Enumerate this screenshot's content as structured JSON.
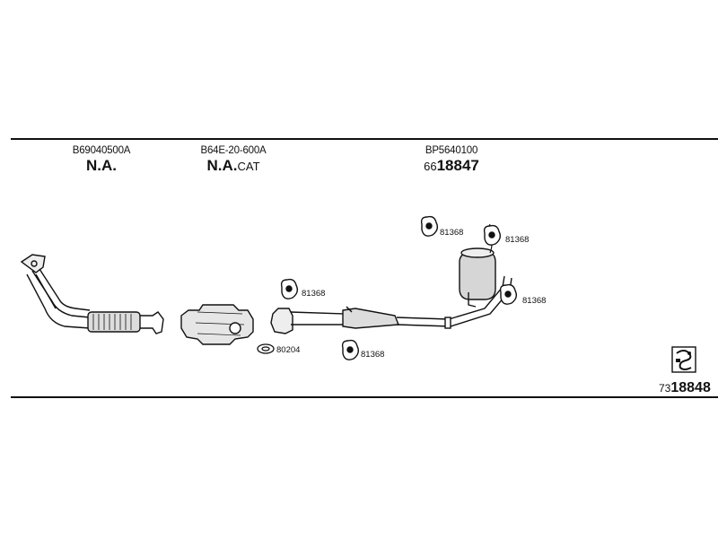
{
  "header": {
    "columns": [
      {
        "part_no": "B69040500A",
        "label": "N.A.",
        "suffix": ""
      },
      {
        "part_no": "B64E-20-600A",
        "label": "N.A.",
        "suffix": "CAT"
      },
      {
        "part_no": "BP5640100",
        "prefix": "66",
        "label": "18847"
      }
    ]
  },
  "callouts": {
    "c1": "81368",
    "c2": "81368",
    "c3": "81368",
    "c4": "81368",
    "c5": "81368",
    "gasket": "80204"
  },
  "diagram_no": {
    "prefix": "73",
    "number": "18848"
  },
  "icons": {
    "logo": "exhaust-logo-icon"
  }
}
